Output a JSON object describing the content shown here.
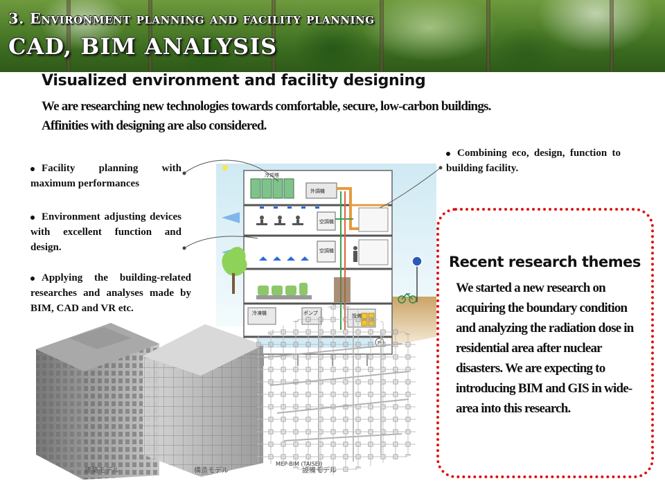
{
  "banner": {
    "line1": "3. Environment planning and facility planning",
    "line2": "CAD, BIM ANALYSIS"
  },
  "heading": "Visualized environment and facility designing",
  "intro": {
    "line1": "We are researching new technologies towards comfortable, secure, low-carbon buildings.",
    "line2": "Affinities with designing are also considered."
  },
  "bullets": [
    {
      "text": "Facility planning with maximum performances"
    },
    {
      "text": "Environment adjusting devices with excellent function and design."
    },
    {
      "text": "Applying the building-related researches and analyses made by BIM, CAD and VR etc."
    },
    {
      "text": "Combining eco, design, function to building facility."
    }
  ],
  "illustration": {
    "labels": {
      "cooling_tower": "冷却塔",
      "outdoor_unit": "外調機",
      "ahu1": "空調機",
      "ahu2": "空調機",
      "chiller": "冷凍機",
      "pump": "ポンプ",
      "equipment": "設備",
      "parking": "P"
    },
    "captions": {
      "architecture": "建築モデル",
      "structure": "構造モデル",
      "mep_source": "MEP-BIM (TAISEI)",
      "mep": "設備モデル"
    }
  },
  "callout": {
    "title": "Recent research themes",
    "body": "We started a new research on acquiring the boundary condition and analyzing the radiation dose in residential area after nuclear disasters. We are expecting to introducing BIM and GIS in wide-area into this research."
  },
  "colors": {
    "callout_border": "#e01010",
    "duct_orange": "#e89a3c",
    "pipe_green": "#3aa04a",
    "sky": "#d6ecf5"
  }
}
